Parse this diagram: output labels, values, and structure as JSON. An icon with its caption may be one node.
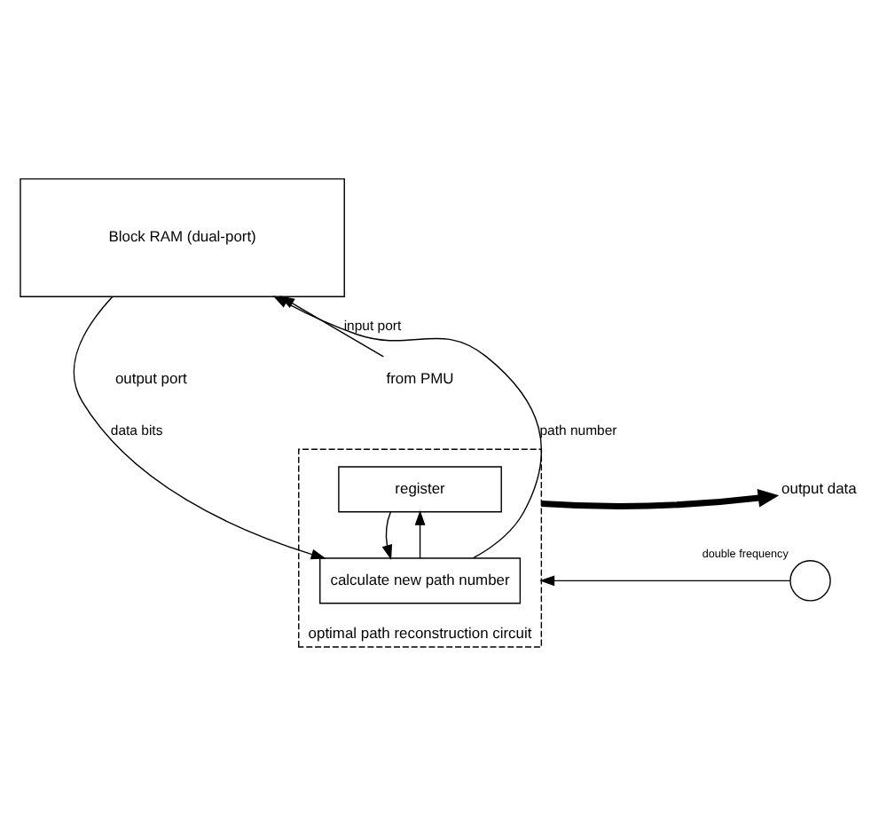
{
  "diagram": {
    "nodes": [
      {
        "text": [
          "Block RAM (dual-port)"
        ]
      },
      {
        "text": [
          "optimal path reconstruction circuit"
        ]
      },
      {
        "text": [
          "register"
        ],
        "in": 1
      },
      {
        "text": [
          "calculate new path number"
        ],
        "in": 1
      },
      {
        "text": [
          "from PMU"
        ]
      },
      {
        "text": [
          "output data"
        ]
      },
      {
        "text": [],
        "shape": "circle",
        "beside": [
          "double frequency"
        ]
      }
    ],
    "edges": [
      {
        "from": 0,
        "to": 3,
        "arrow": "to",
        "label": "data bits"
      },
      {
        "from": 3,
        "to": 0,
        "arrow": "to",
        "label": "path number"
      },
      {
        "from": 3,
        "to": 2,
        "arrow": "to"
      },
      {
        "from": 2,
        "to": 3,
        "arrow": "to"
      },
      {
        "from": 4,
        "to": 0,
        "arrow": "to",
        "label": "input port"
      },
      {
        "from": 1,
        "to": 5,
        "arrow": "to",
        "style": "thick"
      },
      {
        "from": 6,
        "to": 1,
        "arrow": "to"
      }
    ],
    "labels": [
      "output port"
    ]
  }
}
